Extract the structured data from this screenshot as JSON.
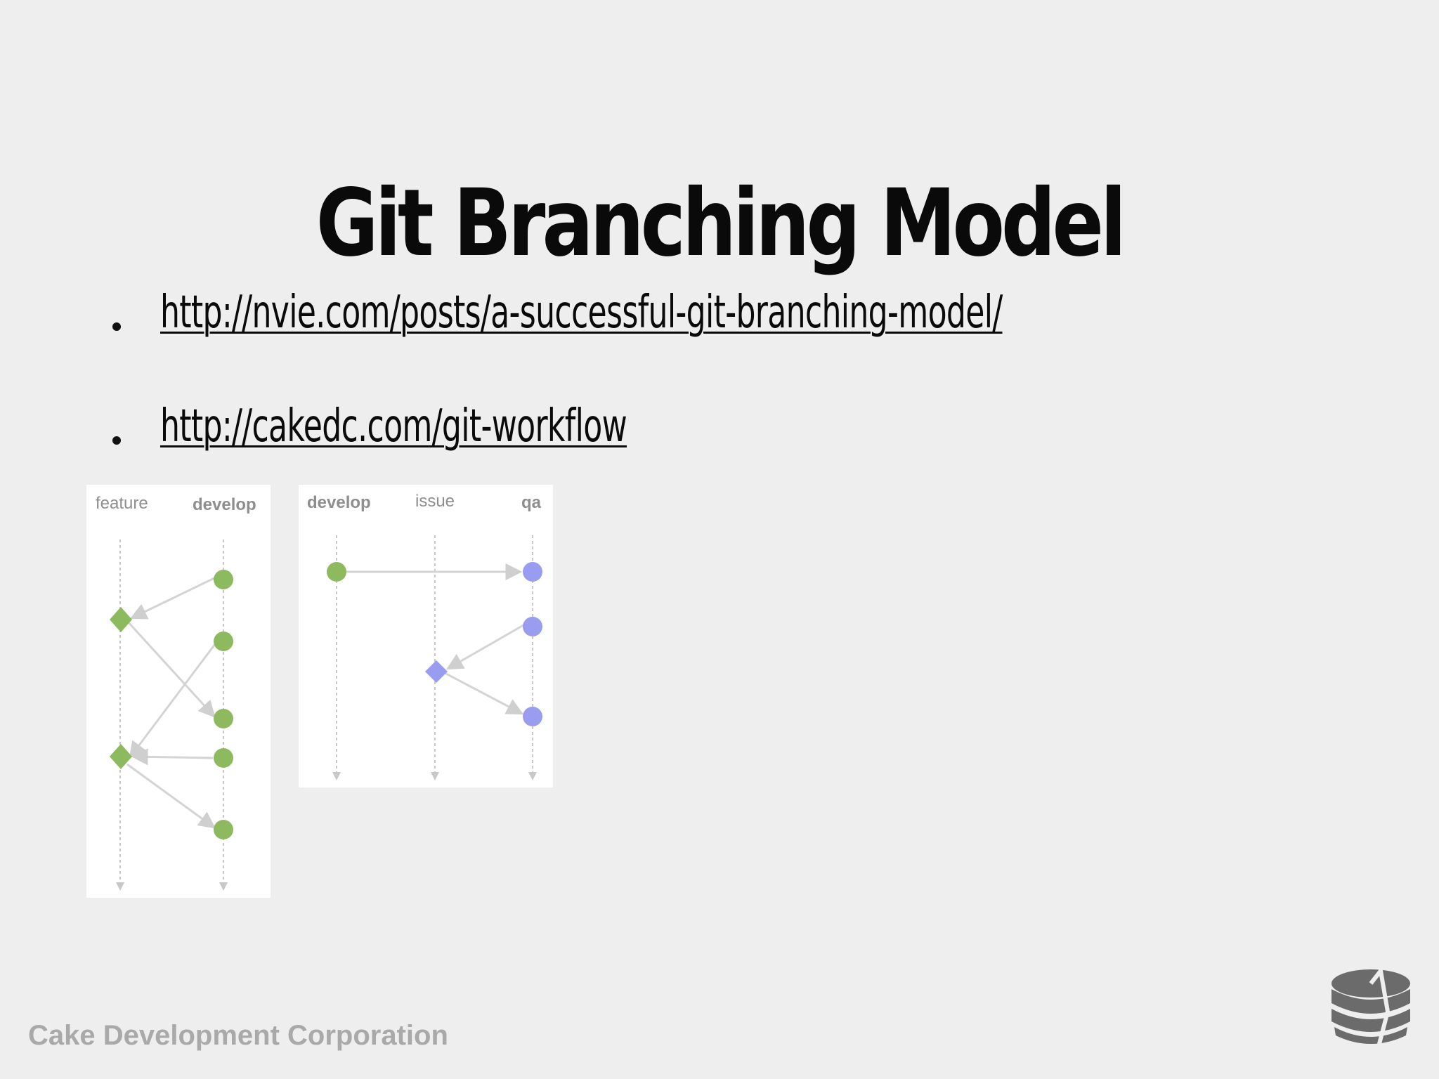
{
  "slide": {
    "title": "Git Branching Model",
    "links": [
      "http://nvie.com/posts/a-successful-git-branching-model/",
      "http://cakedc.com/git-workflow"
    ],
    "footer": "Cake Development Corporation"
  },
  "diagrams": {
    "feature_flow": {
      "branch_labels": [
        "feature",
        "develop"
      ]
    },
    "qa_flow": {
      "branch_labels": [
        "develop",
        "issue",
        "qa"
      ]
    }
  },
  "colors": {
    "background": "#efeeef",
    "green_node": "#8dba5e",
    "blue_node": "#9a9cf0",
    "arrow": "#d2d2d2",
    "footer": "#a9a9aa"
  },
  "icons": {
    "logo": "cake-logo-icon"
  }
}
